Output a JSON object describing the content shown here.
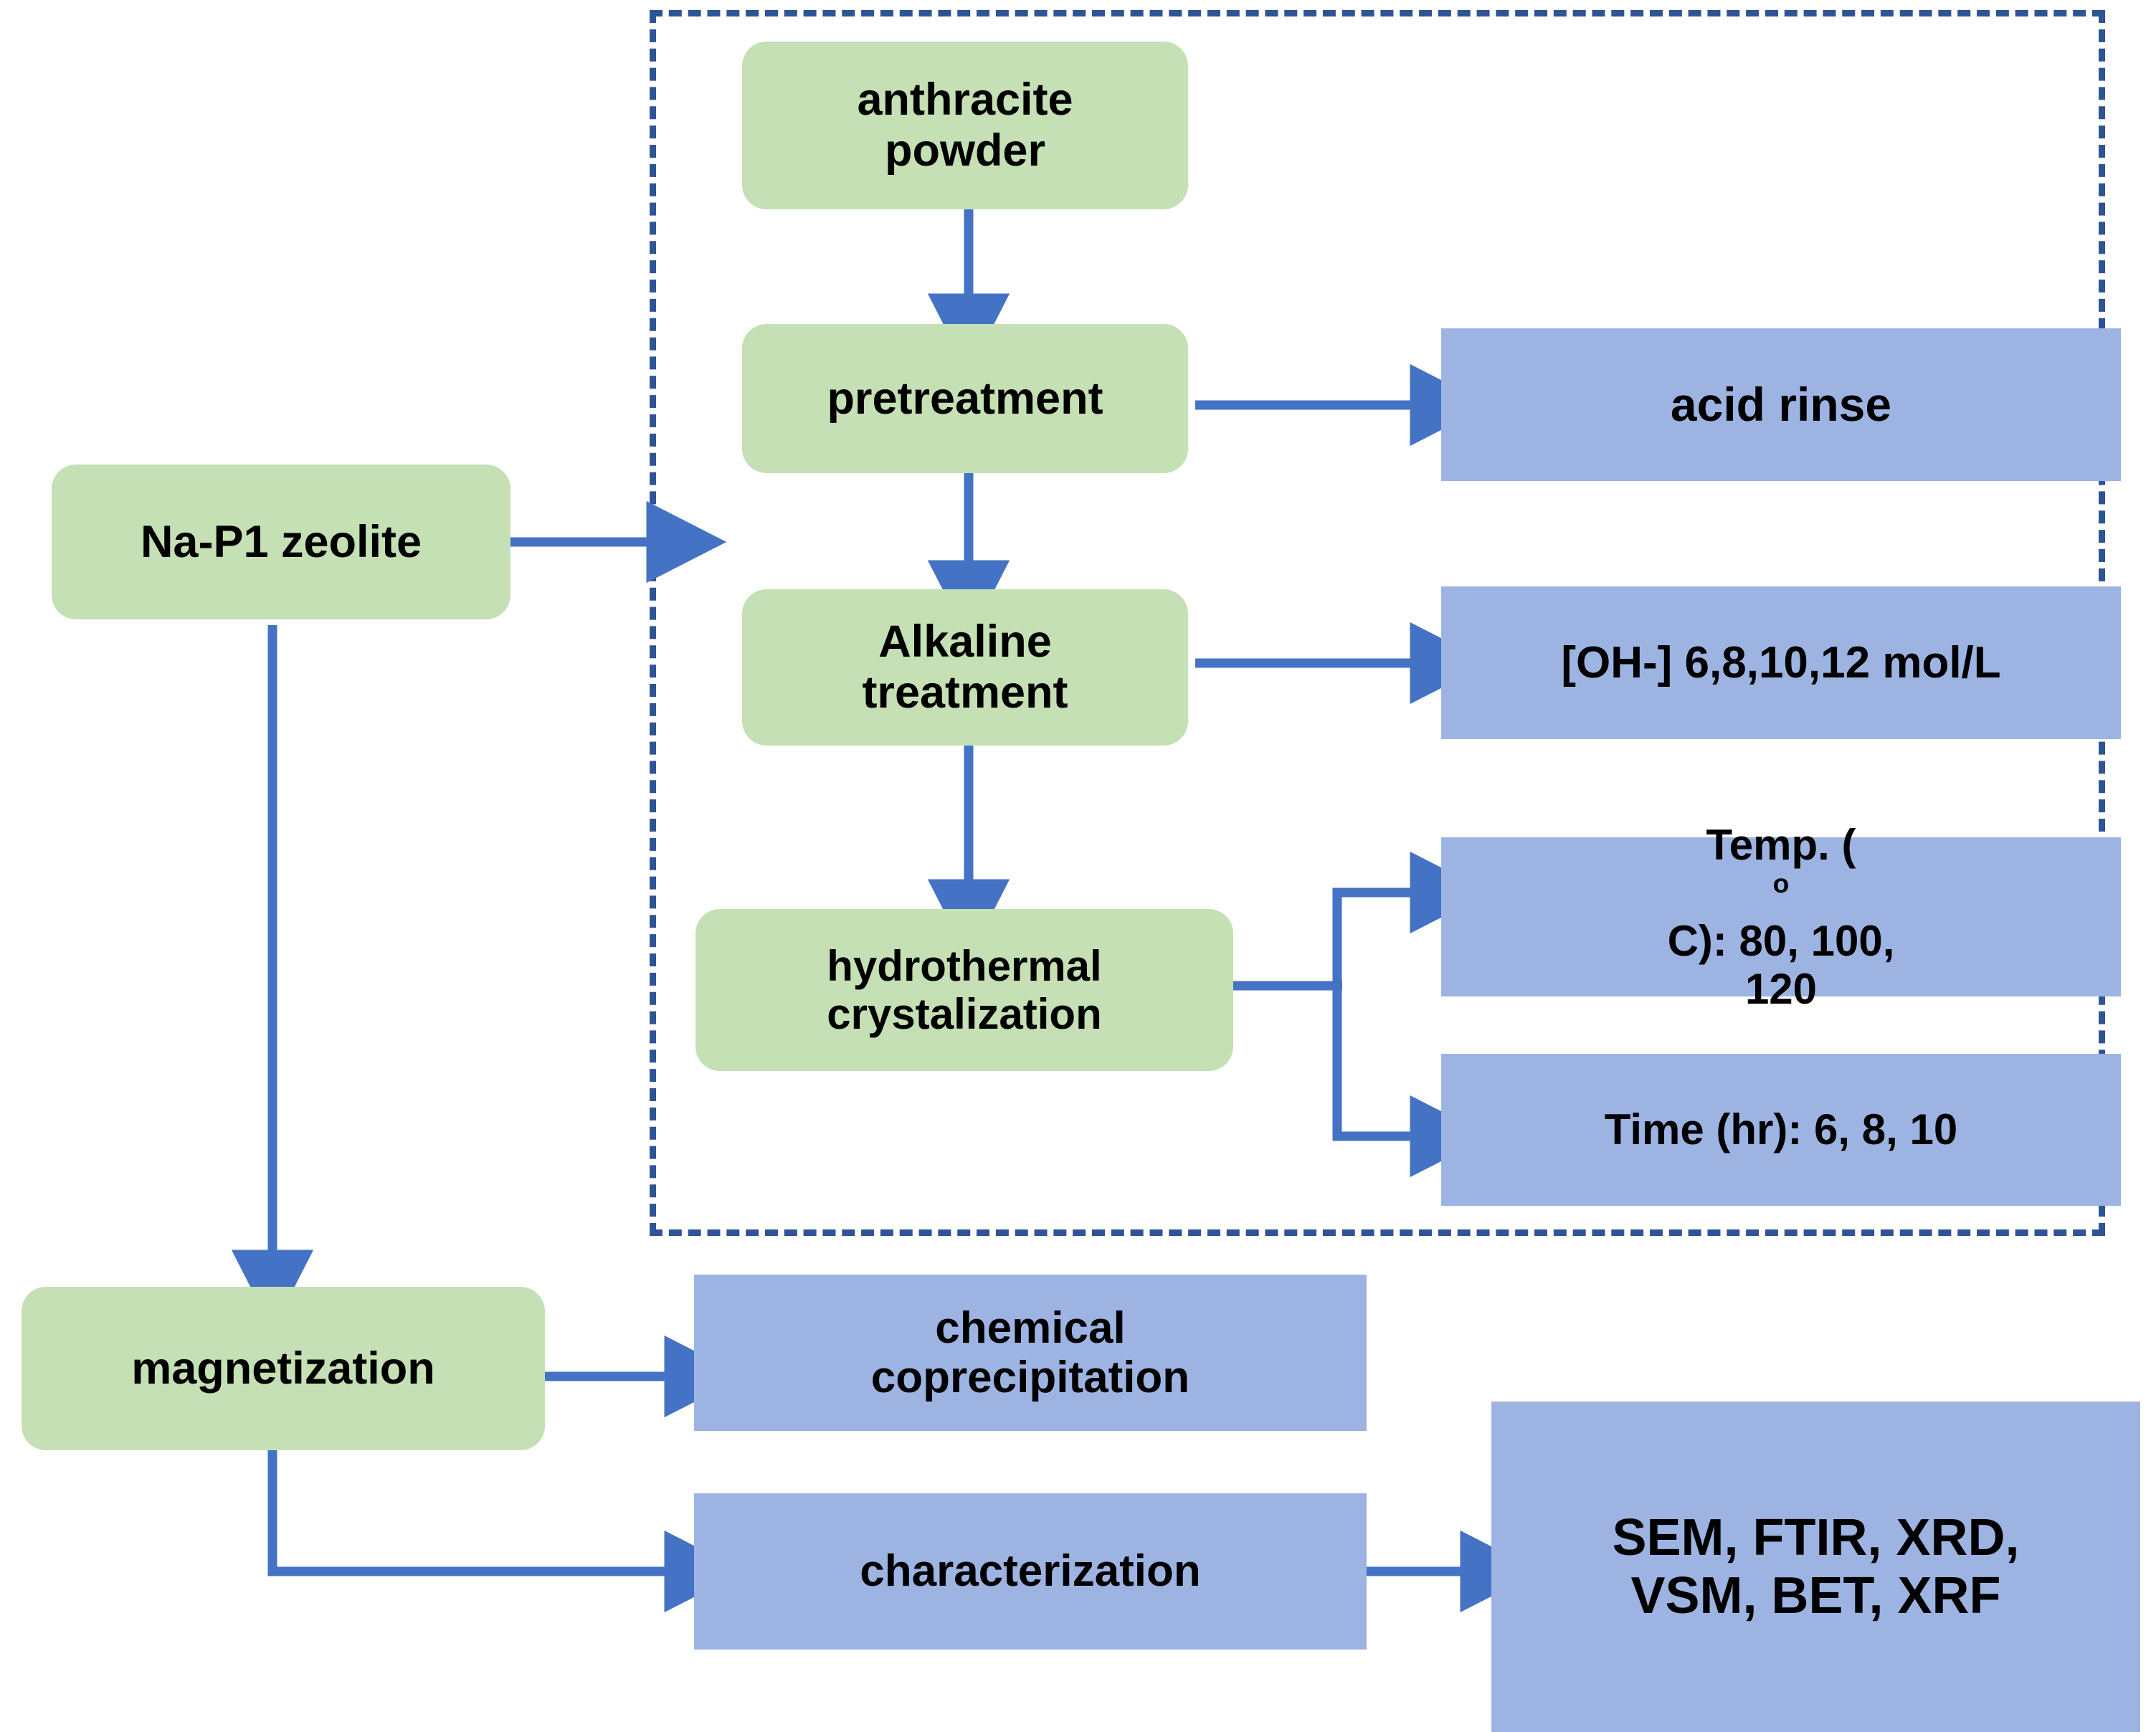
{
  "diagram": {
    "title": "Zeolite synthesis and magnetization flowchart",
    "colors": {
      "green_box": "#C5E0B4",
      "blue_box": "#9DB4E3",
      "arrow": "#4472C4",
      "dashed_border": "#2E5496",
      "background": "#FFFFFF",
      "text": "#000000"
    },
    "dashed_region_label": "synthesis-stage-group"
  },
  "nodes": {
    "anthracite_powder": {
      "label": "anthracite\npowder",
      "line1": "anthracite",
      "line2": "powder",
      "type": "process"
    },
    "pretreatment": {
      "label": "pretreatment",
      "type": "process"
    },
    "alkaline_treatment": {
      "line1": "Alkaline",
      "line2": "treatment",
      "type": "process"
    },
    "hydrothermal_crystalization": {
      "line1": "hydrothermal",
      "line2": "crystalization",
      "type": "process"
    },
    "na_p1_zeolite": {
      "label": "Na-P1 zeolite",
      "type": "process"
    },
    "magnetization": {
      "label": "magnetization",
      "type": "process"
    },
    "acid_rinse": {
      "label": "acid rinse",
      "type": "parameter"
    },
    "oh_concentration": {
      "label": "[OH-] 6,8,10,12 mol/L",
      "type": "parameter"
    },
    "temperature": {
      "prefix": "Temp. (",
      "sup": "o",
      "suffix": "C): 80, 100,",
      "line2": "120",
      "full": "Temp. (oC): 80, 100, 120",
      "type": "parameter"
    },
    "time": {
      "label": "Time (hr): 6, 8, 10",
      "type": "parameter"
    },
    "chemical_coprecipitation": {
      "line1": "chemical",
      "line2": "coprecipitation",
      "type": "parameter"
    },
    "characterization": {
      "label": "characterization",
      "type": "parameter"
    },
    "techniques": {
      "line1": "SEM, FTIR, XRD,",
      "line2": "VSM, BET, XRF",
      "full": "SEM, FTIR, XRD, VSM, BET, XRF",
      "type": "parameter"
    }
  },
  "edges": [
    {
      "from": "anthracite_powder",
      "to": "pretreatment",
      "kind": "straight-down"
    },
    {
      "from": "pretreatment",
      "to": "alkaline_treatment",
      "kind": "straight-down"
    },
    {
      "from": "pretreatment",
      "to": "acid_rinse",
      "kind": "straight-right"
    },
    {
      "from": "alkaline_treatment",
      "to": "oh_concentration",
      "kind": "straight-right"
    },
    {
      "from": "alkaline_treatment",
      "to": "hydrothermal_crystalization",
      "kind": "straight-down"
    },
    {
      "from": "hydrothermal_crystalization",
      "to": "temperature",
      "kind": "branch-up-right"
    },
    {
      "from": "hydrothermal_crystalization",
      "to": "time",
      "kind": "branch-down-right"
    },
    {
      "from": "na_p1_zeolite",
      "to": "pretreatment",
      "kind": "straight-right"
    },
    {
      "from": "na_p1_zeolite",
      "to": "magnetization",
      "kind": "straight-down"
    },
    {
      "from": "magnetization",
      "to": "chemical_coprecipitation",
      "kind": "straight-right"
    },
    {
      "from": "magnetization",
      "to": "characterization",
      "kind": "elbow-down-right"
    },
    {
      "from": "characterization",
      "to": "techniques",
      "kind": "straight-right"
    }
  ]
}
